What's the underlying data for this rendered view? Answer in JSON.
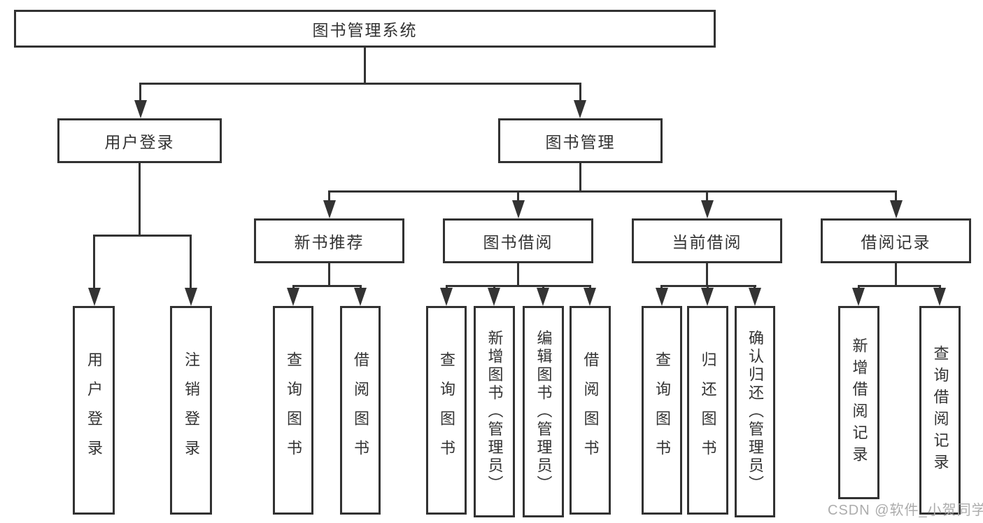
{
  "colors": {
    "line": "#333333",
    "box_border": "#323232",
    "text": "#333333",
    "watermark": "#acacac",
    "background": "#ffffff"
  },
  "watermark": {
    "text": "CSDN @软件_小贺同学"
  },
  "tree": {
    "root": {
      "label": "图书管理系统"
    },
    "branches": [
      {
        "label": "用户登录",
        "children": [
          {
            "label": "用户登录"
          },
          {
            "label": "注销登录"
          }
        ]
      },
      {
        "label": "图书管理",
        "children": [
          {
            "label": "新书推荐",
            "children": [
              {
                "label": "查询图书"
              },
              {
                "label": "借阅图书"
              }
            ]
          },
          {
            "label": "图书借阅",
            "children": [
              {
                "label": "查询图书"
              },
              {
                "label": "新增图书（管理员）"
              },
              {
                "label": "编辑图书（管理员）"
              },
              {
                "label": "借阅图书"
              }
            ]
          },
          {
            "label": "当前借阅",
            "children": [
              {
                "label": "查询图书"
              },
              {
                "label": "归还图书"
              },
              {
                "label": "确认归还（管理员）"
              }
            ]
          },
          {
            "label": "借阅记录",
            "children": [
              {
                "label": "新增借阅记录"
              },
              {
                "label": "查询借阅记录"
              }
            ]
          }
        ]
      }
    ]
  }
}
